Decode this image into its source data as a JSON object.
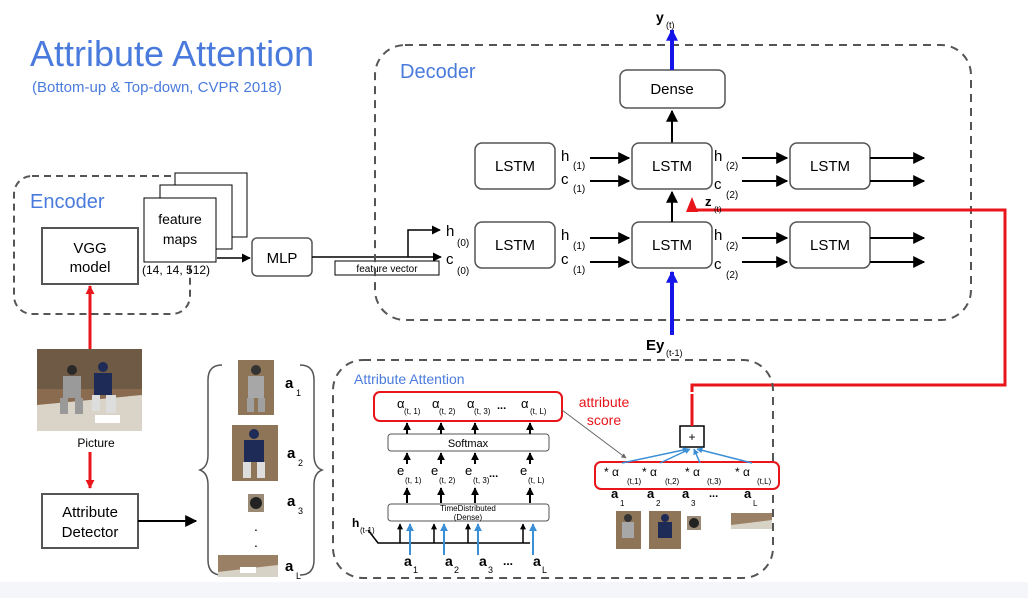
{
  "title": "Attribute Attention",
  "subtitle": "(Bottom-up & Top-down, CVPR 2018)",
  "colors": {
    "blue_title": "#4a7bdc",
    "red": "#e8151b",
    "blue_arrow": "#1515e8",
    "attn_blue": "#3b8fd6",
    "box_stroke": "#555555",
    "dash": "#555555"
  },
  "encoder": {
    "label": "Encoder",
    "vgg": [
      "VGG",
      "model"
    ],
    "feature_maps": [
      "feature",
      "maps"
    ],
    "shape": "(14, 14, 512)",
    "mlp": "MLP",
    "feature_vector": "feature vector"
  },
  "decoder": {
    "label": "Decoder",
    "dense": "Dense",
    "lstm": "LSTM",
    "h": "h",
    "c": "c",
    "sub0": "(0)",
    "sub1": "(1)",
    "sub2": "(2)",
    "y": "y",
    "y_sub": "(t)",
    "z": "z",
    "z_sub": "(t)",
    "ey": "Ey",
    "ey_sub": "(t-1)"
  },
  "picture_label": "Picture",
  "detector": [
    "Attribute",
    "Detector"
  ],
  "attrs": {
    "a": "a",
    "subs": [
      "1",
      "2",
      "3",
      "L"
    ],
    "dots": "."
  },
  "attention": {
    "label": "Attribute  Attention",
    "alpha": "α",
    "alpha_subs": [
      "(t, 1)",
      "(t, 2)",
      "(t, 3)",
      "(t, L)"
    ],
    "dots": "...",
    "softmax": "Softmax",
    "e": "e",
    "e_subs": [
      "(t, 1)",
      "(t, 2)",
      "(t, 3)",
      "(t, L)"
    ],
    "dense": [
      "TimeDistributed",
      "(Dense)"
    ],
    "h": "h",
    "h_sub": "(t-1)",
    "score": [
      "attribute",
      "score"
    ],
    "weighted_prefix": "* α",
    "weighted_subs": [
      "(t,1)",
      "(t,2)",
      "(t,3)",
      "(t,L)"
    ],
    "plus": "+"
  }
}
